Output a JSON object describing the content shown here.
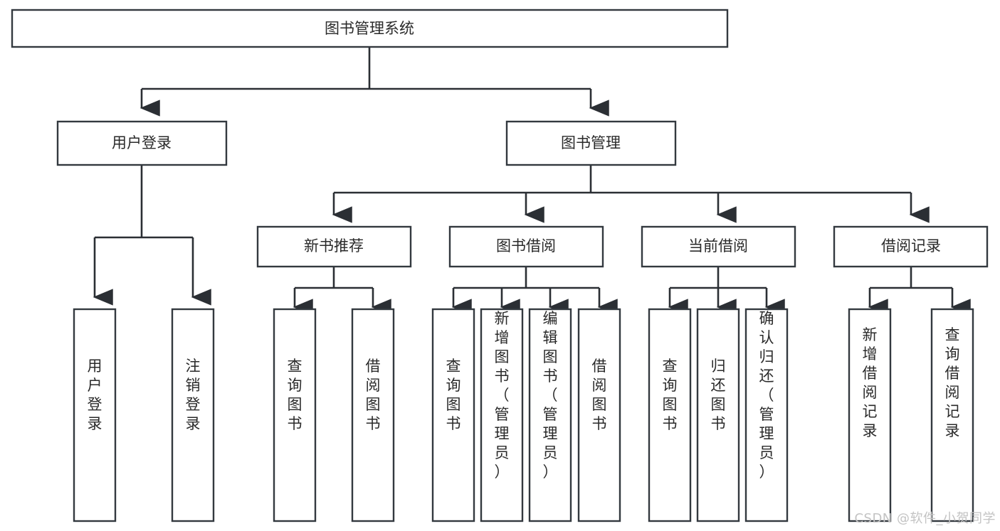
{
  "diagram": {
    "title": "图书管理系统",
    "type": "tree",
    "orientation": "top-down",
    "colors": {
      "box_stroke": "#33393f",
      "box_fill": "#ffffff",
      "connector": "#2b2f34",
      "text": "#2a2a2a",
      "background": "#ffffff",
      "watermark": "#c3c3c3"
    },
    "root": {
      "label": "图书管理系统",
      "orientation": "horizontal"
    },
    "level2": [
      {
        "label": "用户登录",
        "orientation": "horizontal"
      },
      {
        "label": "图书管理",
        "orientation": "horizontal"
      }
    ],
    "level3": [
      {
        "label": "新书推荐",
        "orientation": "horizontal"
      },
      {
        "label": "图书借阅",
        "orientation": "horizontal"
      },
      {
        "label": "当前借阅",
        "orientation": "horizontal"
      },
      {
        "label": "借阅记录",
        "orientation": "horizontal"
      }
    ],
    "leaves": {
      "user_login": [
        {
          "label": "用户登录",
          "orientation": "vertical"
        },
        {
          "label": "注销登录",
          "orientation": "vertical"
        }
      ],
      "new_book_recommend": [
        {
          "label": "查询图书",
          "orientation": "vertical"
        },
        {
          "label": "借阅图书",
          "orientation": "vertical"
        }
      ],
      "book_borrow": [
        {
          "label": "查询图书",
          "orientation": "vertical"
        },
        {
          "label": "新增图书（管理员）",
          "orientation": "vertical"
        },
        {
          "label": "编辑图书（管理员）",
          "orientation": "vertical"
        },
        {
          "label": "借阅图书",
          "orientation": "vertical"
        }
      ],
      "current_borrow": [
        {
          "label": "查询图书",
          "orientation": "vertical"
        },
        {
          "label": "归还图书",
          "orientation": "vertical"
        },
        {
          "label": "确认归还（管理员）",
          "orientation": "vertical"
        }
      ],
      "borrow_record": [
        {
          "label": "新增借阅记录",
          "orientation": "vertical"
        },
        {
          "label": "查询借阅记录",
          "orientation": "vertical"
        }
      ]
    }
  },
  "watermark": {
    "text": "CSDN @软件_小贺同学"
  }
}
